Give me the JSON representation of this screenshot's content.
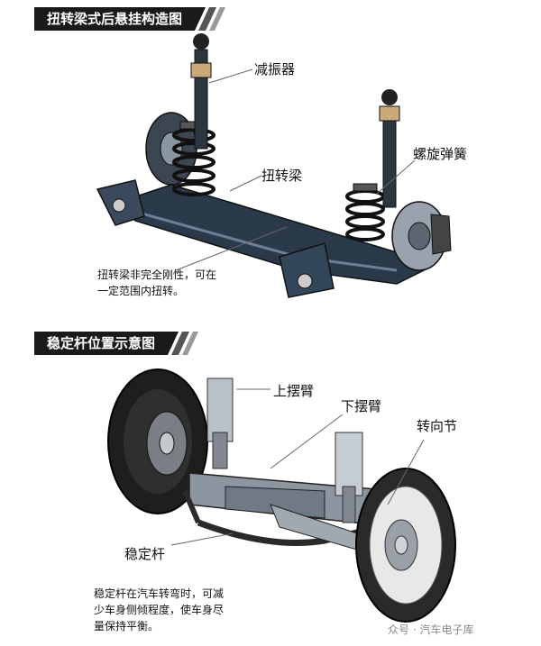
{
  "section1": {
    "title": "扭转梁式后悬挂构造图",
    "labels": {
      "shock": "减振器",
      "spring": "螺旋弹簧",
      "beam": "扭转梁"
    },
    "note_line1": "扭转梁非完全刚性，可在",
    "note_line2": "一定范围内扭转。"
  },
  "section2": {
    "title": "稳定杆位置示意图",
    "labels": {
      "upper_arm": "上摆臂",
      "lower_arm": "下摆臂",
      "knuckle": "转向节",
      "stabilizer": "稳定杆"
    },
    "note_line1": "稳定杆在汽车转弯时，可减",
    "note_line2": "少车身侧倾程度，使车身尽",
    "note_line3": "量保持平衡。"
  },
  "watermark": "众号 · 汽车电子库",
  "colors": {
    "title_bg": "#1a1a1a",
    "title_text": "#ffffff",
    "leader_line": "#666666",
    "beam": "#2b3a4a"
  }
}
